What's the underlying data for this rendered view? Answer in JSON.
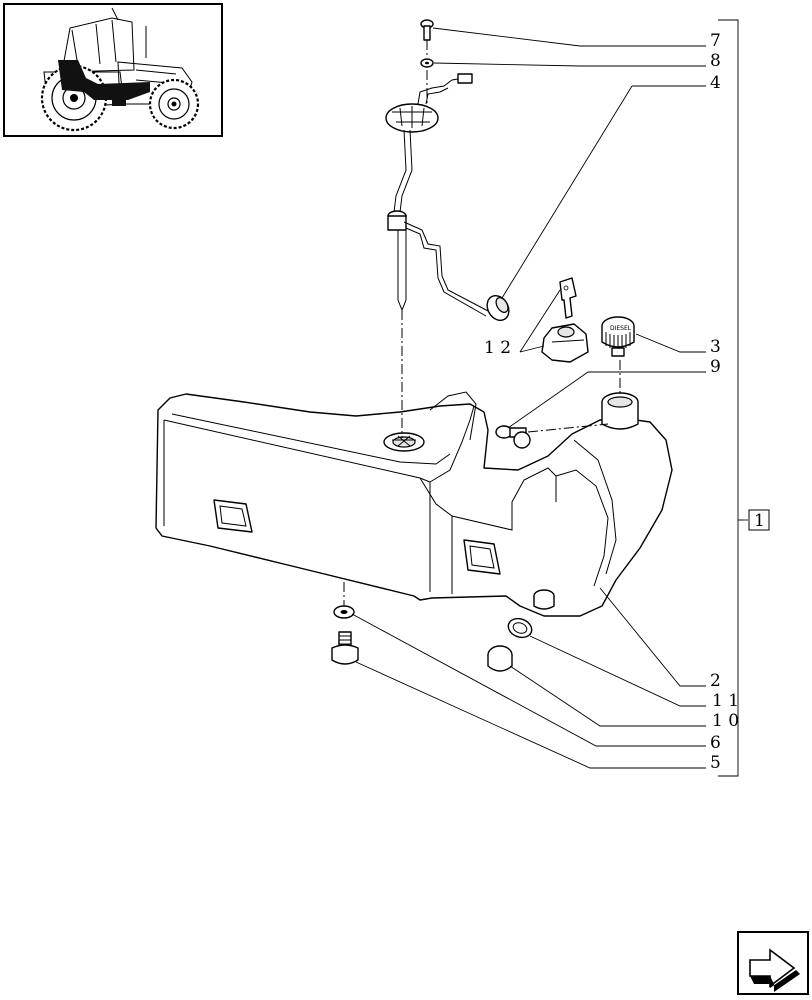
{
  "callouts": {
    "c7": "7",
    "c8": "8",
    "c4": "4",
    "c12": "1 2",
    "c3": "3",
    "c9": "9",
    "c2": "2",
    "c11": "1 1",
    "c10": "1 0",
    "c6": "6",
    "c5": "5",
    "group": "1"
  }
}
